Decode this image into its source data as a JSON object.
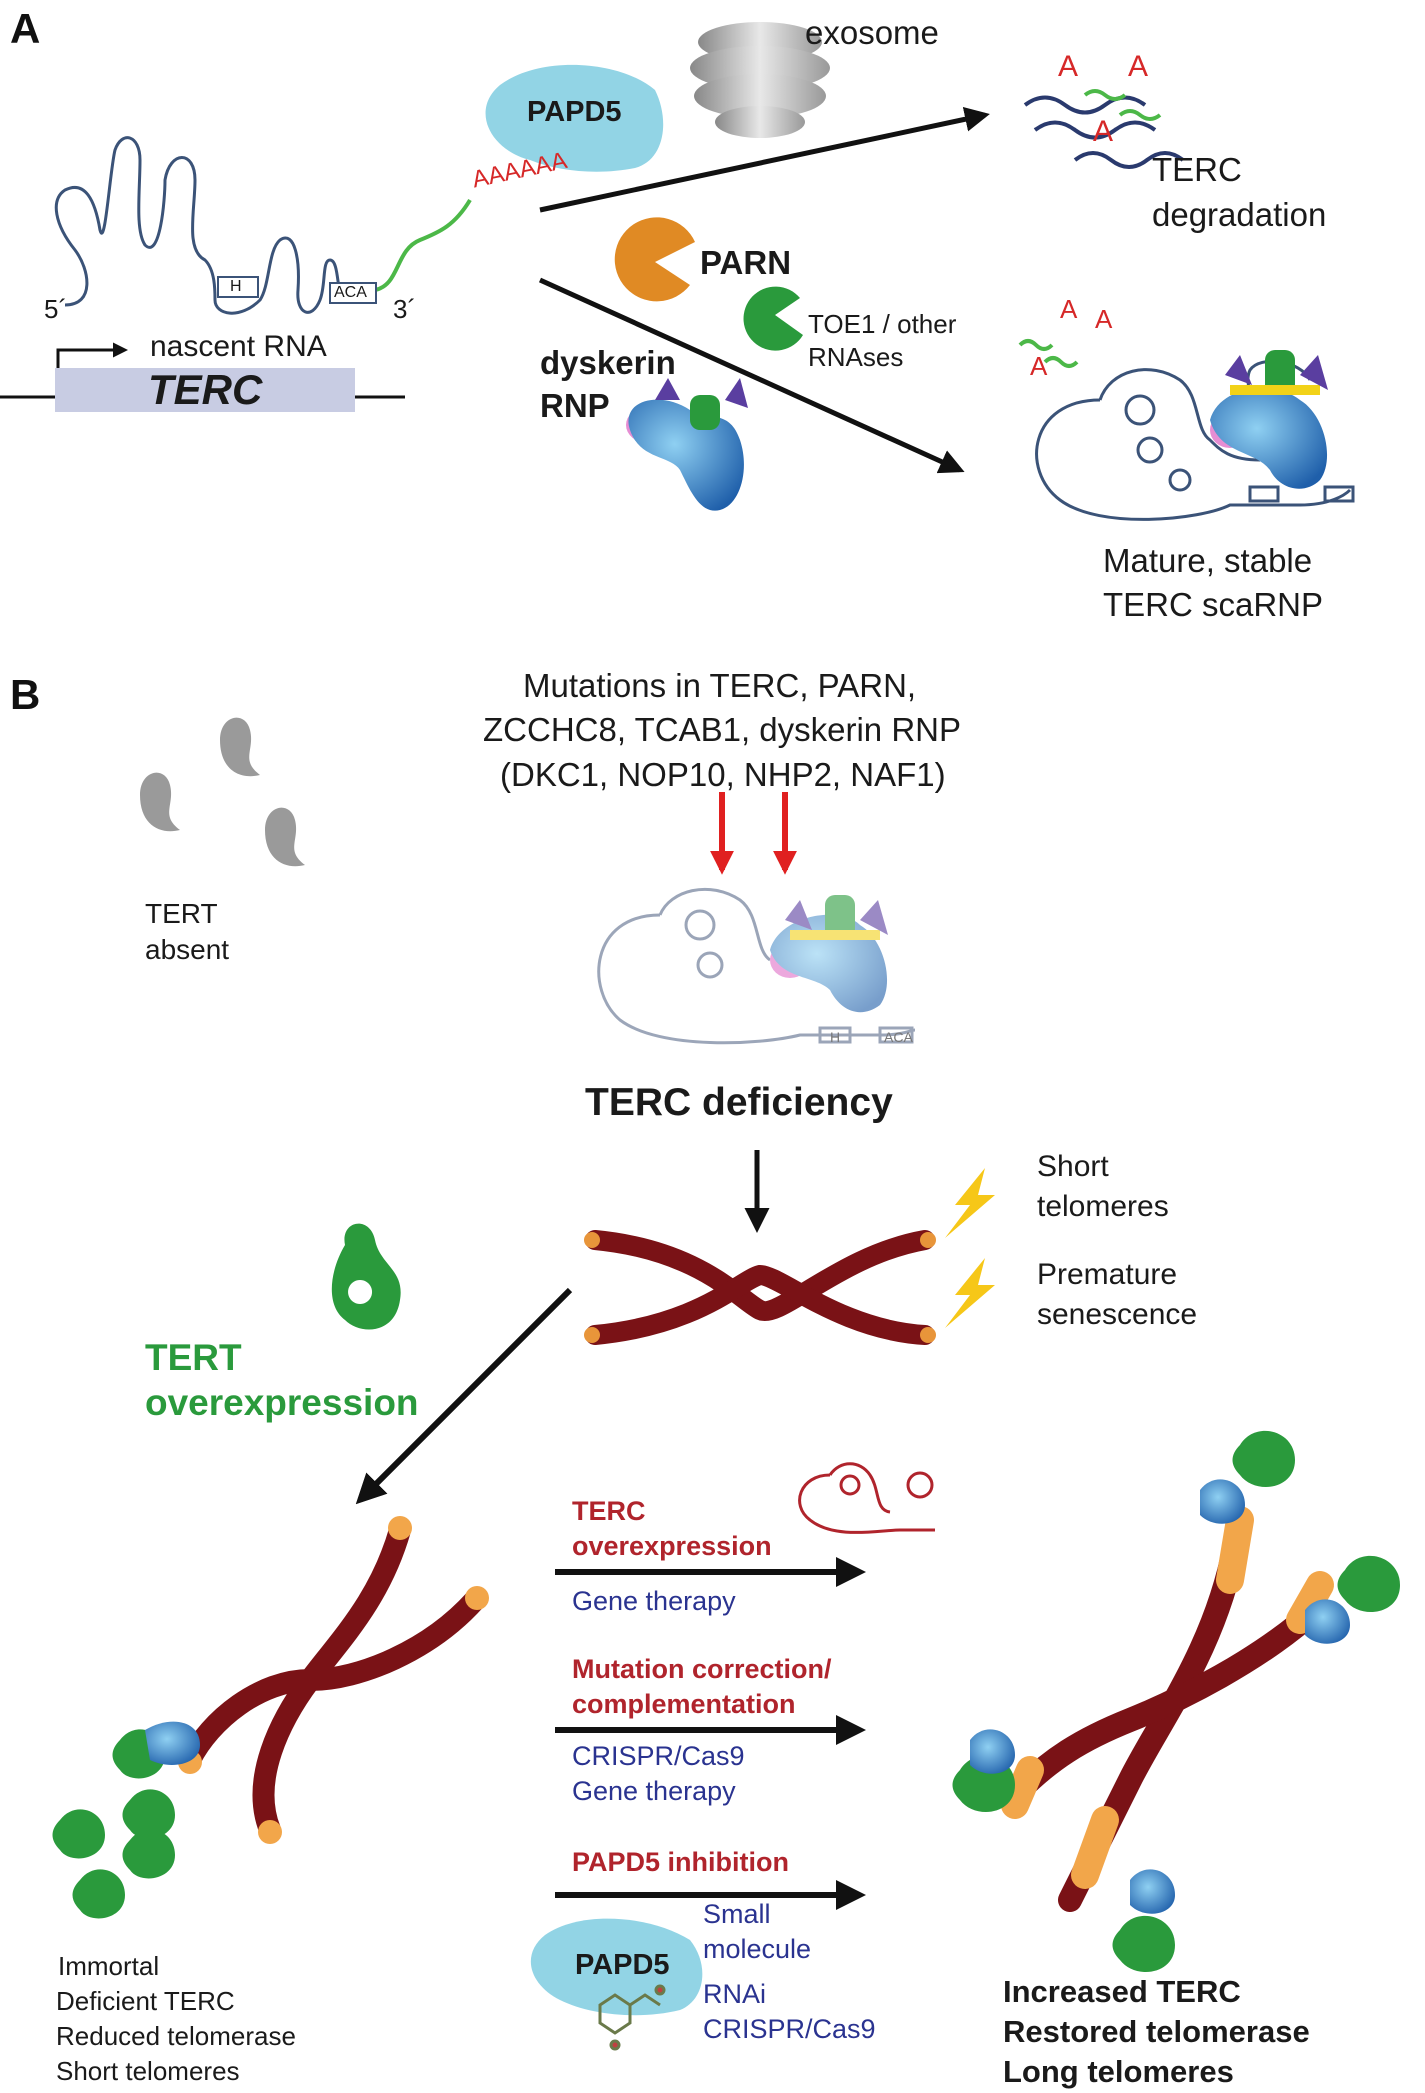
{
  "panel_a": {
    "label": "A",
    "exosome": "exosome",
    "papd5": "PAPD5",
    "polya": "AAAAAA",
    "prime5": "5´",
    "prime3": "3´",
    "h_box": "H",
    "aca_box": "ACA",
    "nascent_rna": "nascent RNA",
    "gene": "TERC",
    "terc_degradation": [
      "TERC",
      "degradation"
    ],
    "degradation_a": "A",
    "parn": "PARN",
    "toe1": [
      "TOE1 / other",
      "RNAses"
    ],
    "dyskerin": [
      "dyskerin",
      "RNP"
    ],
    "mature": [
      "Mature, stable",
      "TERC scaRNP"
    ]
  },
  "panel_b": {
    "label": "B",
    "mutations": [
      "Mutations in TERC, PARN,",
      "ZCCHC8, TCAB1, dyskerin RNP",
      "(DKC1, NOP10, NHP2, NAF1)"
    ],
    "tert_absent": [
      "TERT",
      "absent"
    ],
    "terc_deficiency": "TERC deficiency",
    "h_box": "H",
    "aca_box": "ACA",
    "short_telomeres": [
      "Short",
      "telomeres"
    ],
    "premature_senescence": [
      "Premature",
      "senescence"
    ],
    "tert_overexpression": [
      "TERT",
      "overexpression"
    ],
    "therapy1_title": [
      "TERC",
      "overexpression"
    ],
    "therapy1_method": [
      "Gene therapy"
    ],
    "therapy2_title": [
      "Mutation correction/",
      "complementation"
    ],
    "therapy2_method": [
      "CRISPR/Cas9",
      "Gene therapy"
    ],
    "therapy3_title": [
      "PAPD5 inhibition"
    ],
    "therapy3_method": [
      "Small",
      "molecule",
      "RNAi",
      "CRISPR/Cas9"
    ],
    "papd5": "PAPD5",
    "left_outcome": [
      "Immortal",
      "Deficient TERC",
      "Reduced telomerase",
      "Short telomeres"
    ],
    "right_outcome": [
      "Increased TERC",
      "Restored telomerase",
      "Long telomeres"
    ]
  },
  "colors": {
    "chromosome": "#7a1216",
    "telomere_short": "#e8953a",
    "telomere_long": "#f2a64a",
    "rna": "#3b5378",
    "tert_green": "#2a9a3c",
    "therapy_red": "#b0242c",
    "method_blue": "#2a3390",
    "parn_orange": "#e08a24",
    "papd5_cyan": "#7fcde0",
    "mutation_arrow": "#e02020",
    "lightning": "#f6c718",
    "gene_box": "#c8cce3",
    "polya_red": "#d62828"
  }
}
